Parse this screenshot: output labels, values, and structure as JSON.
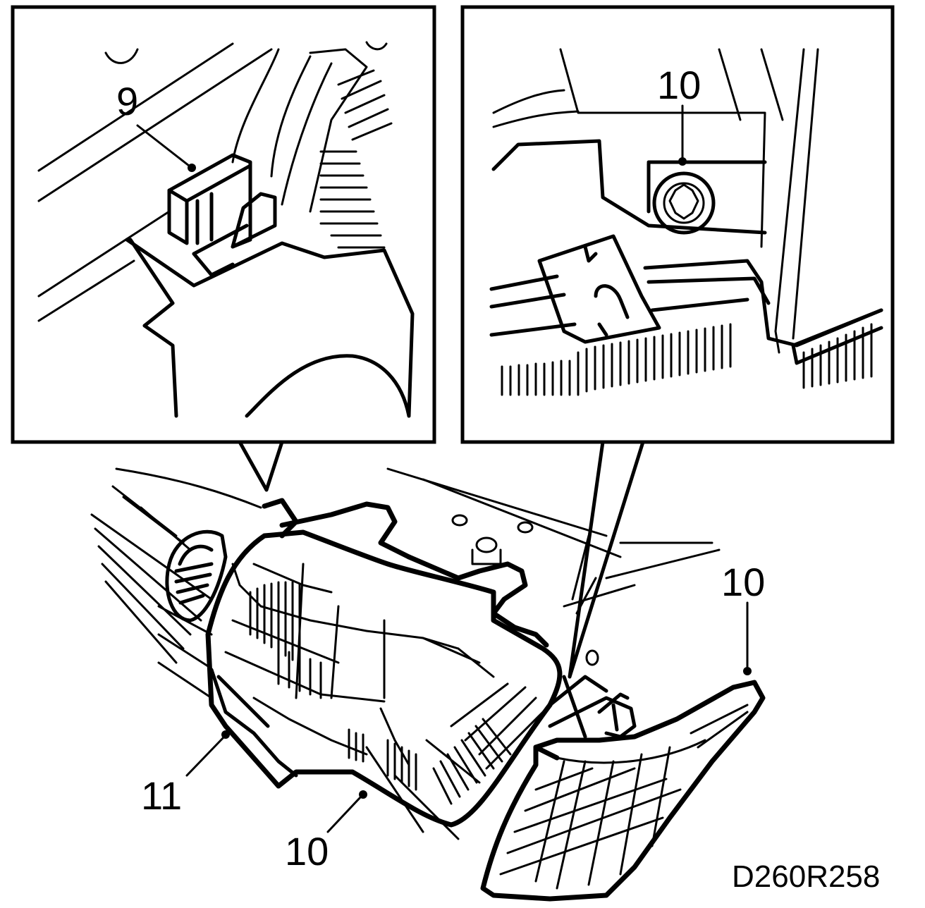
{
  "figure": {
    "drawing_code": "D260R258",
    "callouts": {
      "inset_left_label": "9",
      "inset_right_label": "10",
      "main_right_label": "10",
      "main_bottom_label": "10",
      "main_left_label": "11"
    }
  },
  "colors": {
    "ink": "#000000",
    "paper": "#ffffff"
  }
}
